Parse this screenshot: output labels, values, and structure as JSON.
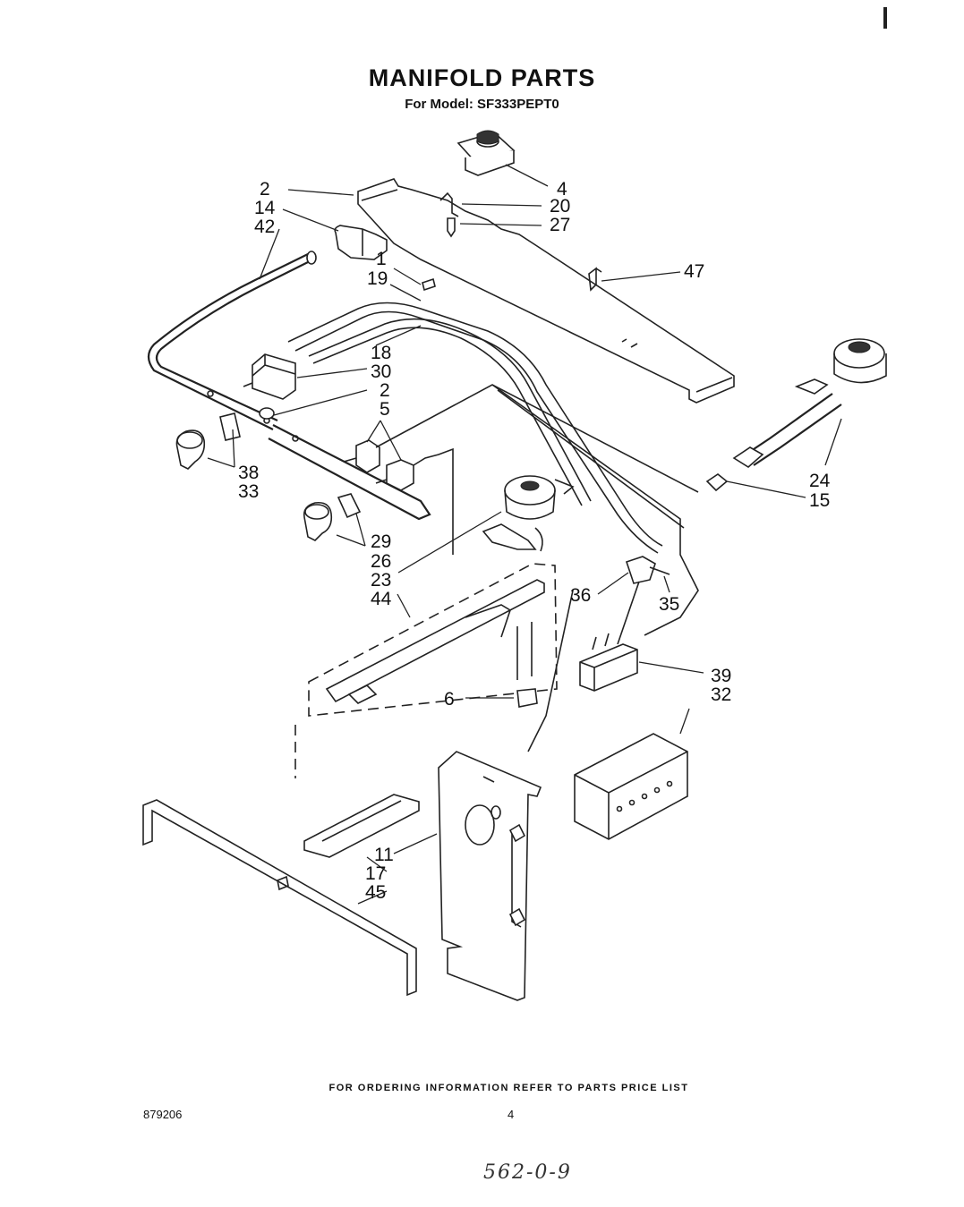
{
  "header": {
    "title": "MANIFOLD PARTS",
    "subtitle": "For Model: SF333PEPT0"
  },
  "callouts": [
    {
      "id": "c2a",
      "label": "2"
    },
    {
      "id": "c14",
      "label": "14"
    },
    {
      "id": "c42",
      "label": "42"
    },
    {
      "id": "c1",
      "label": "1"
    },
    {
      "id": "c19",
      "label": "19"
    },
    {
      "id": "c4",
      "label": "4"
    },
    {
      "id": "c20",
      "label": "20"
    },
    {
      "id": "c27",
      "label": "27"
    },
    {
      "id": "c47",
      "label": "47"
    },
    {
      "id": "c18",
      "label": "18"
    },
    {
      "id": "c30",
      "label": "30"
    },
    {
      "id": "c2b",
      "label": "2"
    },
    {
      "id": "c5",
      "label": "5"
    },
    {
      "id": "c38",
      "label": "38"
    },
    {
      "id": "c33",
      "label": "33"
    },
    {
      "id": "c24",
      "label": "24"
    },
    {
      "id": "c15",
      "label": "15"
    },
    {
      "id": "c29",
      "label": "29"
    },
    {
      "id": "c26",
      "label": "26"
    },
    {
      "id": "c23",
      "label": "23"
    },
    {
      "id": "c44",
      "label": "44"
    },
    {
      "id": "c36",
      "label": "36"
    },
    {
      "id": "c35",
      "label": "35"
    },
    {
      "id": "c6",
      "label": "6"
    },
    {
      "id": "c39",
      "label": "39"
    },
    {
      "id": "c32",
      "label": "32"
    },
    {
      "id": "c11",
      "label": "11"
    },
    {
      "id": "c17",
      "label": "17"
    },
    {
      "id": "c45",
      "label": "45"
    }
  ],
  "footer": {
    "ordering_note": "FOR ORDERING INFORMATION REFER TO PARTS PRICE LIST",
    "doc_number": "879206",
    "page_number": "4",
    "handwritten_note": "562-0-9"
  }
}
